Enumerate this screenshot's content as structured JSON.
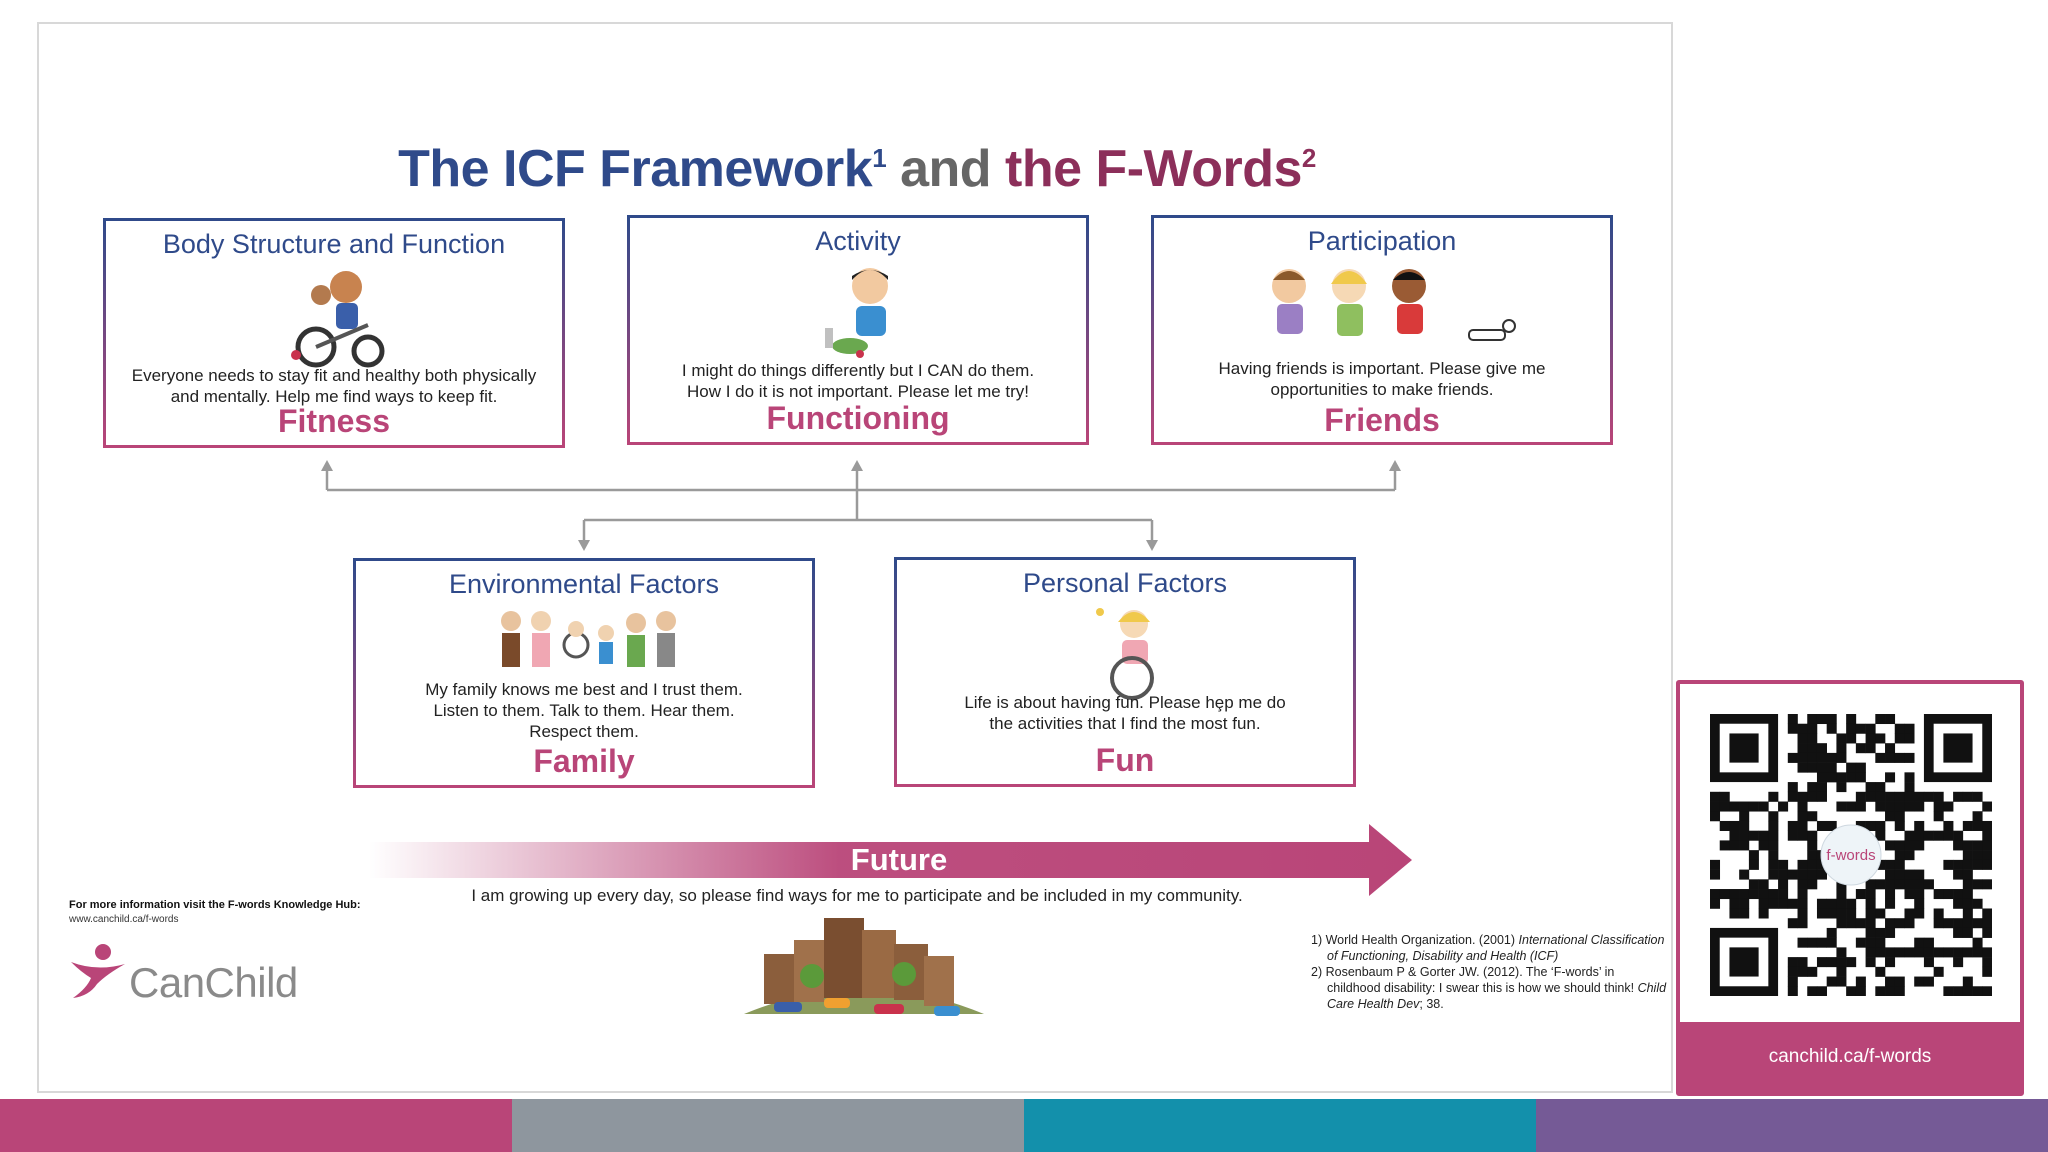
{
  "title": {
    "part1": "The ICF Framework",
    "sup1": "1",
    "part2": "and",
    "part3": "the F-Words",
    "sup2": "2",
    "colors": {
      "part1": "#2f4a8a",
      "part2": "#666666",
      "part3": "#8c2f5a"
    }
  },
  "boxes": {
    "body": {
      "heading": "Body Structure and Function",
      "line1": "Everyone needs to stay fit and healthy both physically",
      "line2": "and mentally. Help me find ways to keep fit.",
      "fword": "Fitness",
      "icon": "child-on-adaptive-tricycle-icon"
    },
    "activity": {
      "heading": "Activity",
      "line1": "I might do things differently but I CAN do them.",
      "line2": "How I do it is not important. Please let me try!",
      "fword": "Functioning",
      "icon": "child-eating-icon"
    },
    "participation": {
      "heading": "Participation",
      "line1": "Having friends is important. Please give me",
      "line2": "opportunities to make friends.",
      "fword": "Friends",
      "icon": "three-friends-with-dog-icon"
    },
    "environmental": {
      "heading": "Environmental Factors",
      "line1": "My family knows me best and I trust them.",
      "line2": "Listen to them. Talk to them. Hear them.",
      "line3": "Respect them.",
      "fword": "Family",
      "icon": "family-group-icon"
    },
    "personal": {
      "heading": "Personal Factors",
      "line1": "Life is about having fun. Please hȩp me do",
      "line2": "the activities that I find the most fun.",
      "fword": "Fun",
      "icon": "child-in-wheelchair-icon"
    }
  },
  "future": {
    "label": "Future",
    "text": "I am growing up every day, so please find ways for me to participate and be included in my community."
  },
  "more_info": {
    "line1": "For more information visit the F-words Knowledge Hub:",
    "url": "www.canchild.ca/f-words"
  },
  "logo": {
    "text": "CanChild",
    "icon": "canchild-logo-icon"
  },
  "city_icon": "community-city-icon",
  "references": {
    "ref1_a": "1) World Health Organization. (2001) ",
    "ref1_b": "International Classification of Functioning, Disability and Health (ICF)",
    "ref2_a": "2) Rosenbaum P & Gorter JW. (2012). The ‘F-words’ in childhood disability: I swear this is how we should think! ",
    "ref2_b": "Child Care Health Dev",
    "ref2_c": "; 38."
  },
  "qr": {
    "caption": "canchild.ca/f-words",
    "center_label": "f-words"
  },
  "colors": {
    "navy": "#2f4a8a",
    "pink": "#b94578",
    "bar": [
      "#b94578",
      "#8e969e",
      "#1390ab",
      "#755a96"
    ]
  }
}
